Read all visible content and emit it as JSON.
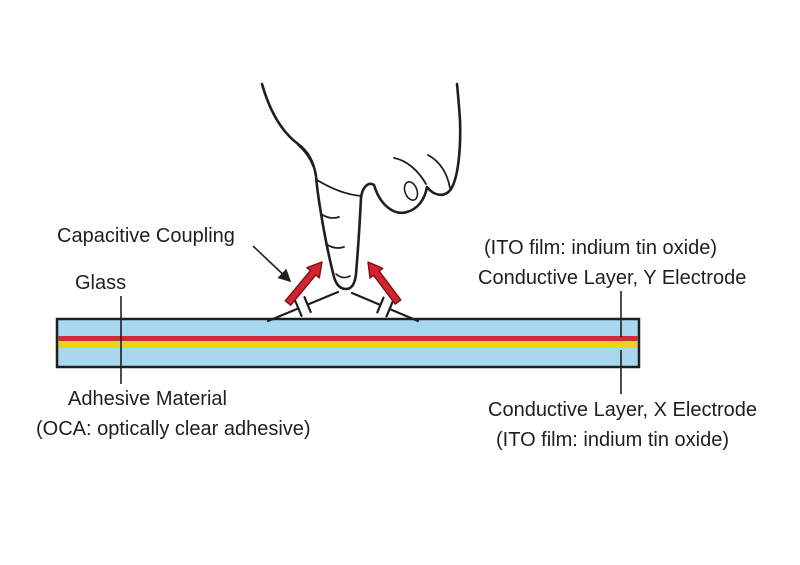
{
  "labels": {
    "capacitive_coupling": "Capacitive Coupling",
    "glass": "Glass",
    "y_electrode_line1": "(ITO film: indium tin oxide)",
    "y_electrode_line2": "Conductive Layer, Y Electrode",
    "adhesive_line1": "Adhesive Material",
    "adhesive_line2": "(OCA: optically clear adhesive)",
    "x_electrode_line1": "Conductive Layer, X Electrode",
    "x_electrode_line2": "(ITO film: indium tin oxide)"
  },
  "colors": {
    "background": "#ffffff",
    "line": "#1f1f1f",
    "glass_blue": "#a8d8f0",
    "electrode_red": "#ce2b38",
    "adhesive_yellow": "#e9d41a",
    "arrow_red": "#d2232e",
    "arrow_red_outline": "#7a1412"
  },
  "layers": [
    {
      "name": "glass",
      "color": "#a8d8f0"
    },
    {
      "name": "conductive-layer-y-electrode",
      "color": "#ce2b38"
    },
    {
      "name": "adhesive-oca",
      "color": "#e9d41a"
    },
    {
      "name": "conductive-layer-x-electrode",
      "color": "#a8d8f0"
    }
  ]
}
